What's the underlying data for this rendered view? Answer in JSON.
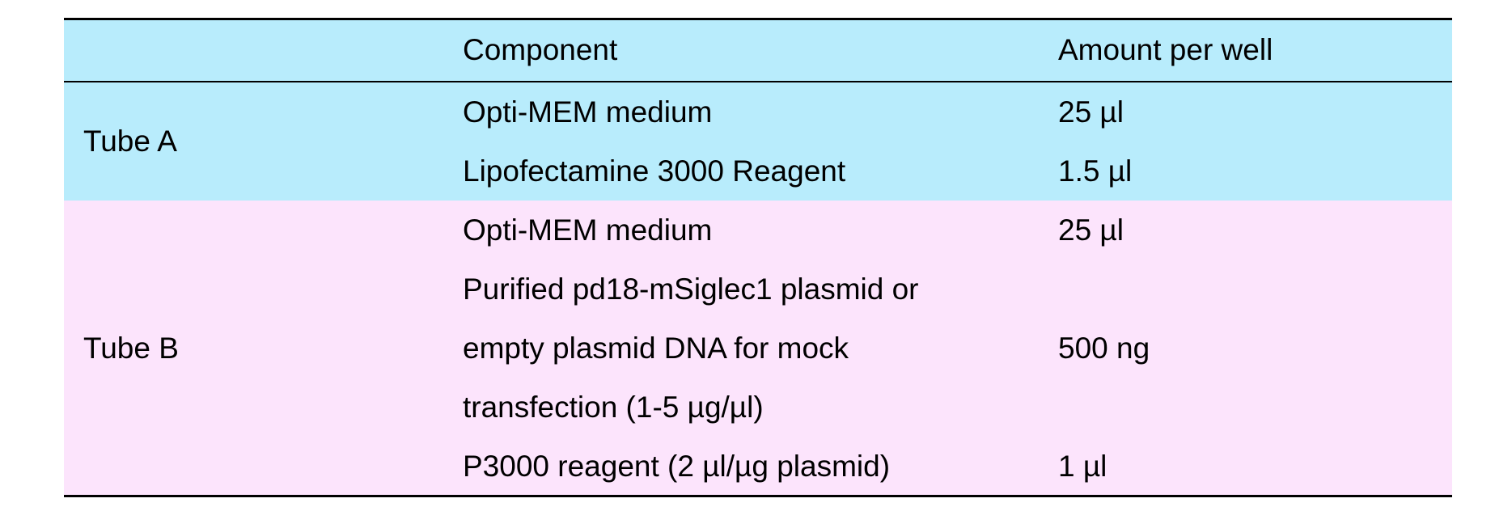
{
  "table": {
    "header": {
      "label": "",
      "component": "Component",
      "amount": "Amount per well"
    },
    "groups": [
      {
        "label": "Tube A",
        "rows": [
          {
            "component": "Opti-MEM medium",
            "amount": "25 µl"
          },
          {
            "component": "Lipofectamine 3000 Reagent",
            "amount": "1.5 µl"
          }
        ]
      },
      {
        "label": "Tube B",
        "rows": [
          {
            "component": "Opti-MEM medium",
            "amount": "25 µl"
          },
          {
            "component_lines": [
              "Purified pd18-mSiglec1 plasmid or",
              "empty plasmid DNA for mock",
              "transfection (1-5 µg/µl)"
            ],
            "amount": "500 ng"
          },
          {
            "component": "P3000 reagent (2 µl/µg plasmid)",
            "amount": "1 µl"
          }
        ]
      }
    ],
    "colors": {
      "tube_a_bg": "#b8ecfc",
      "tube_b_bg": "#fce4fc",
      "rule": "#000000"
    }
  }
}
